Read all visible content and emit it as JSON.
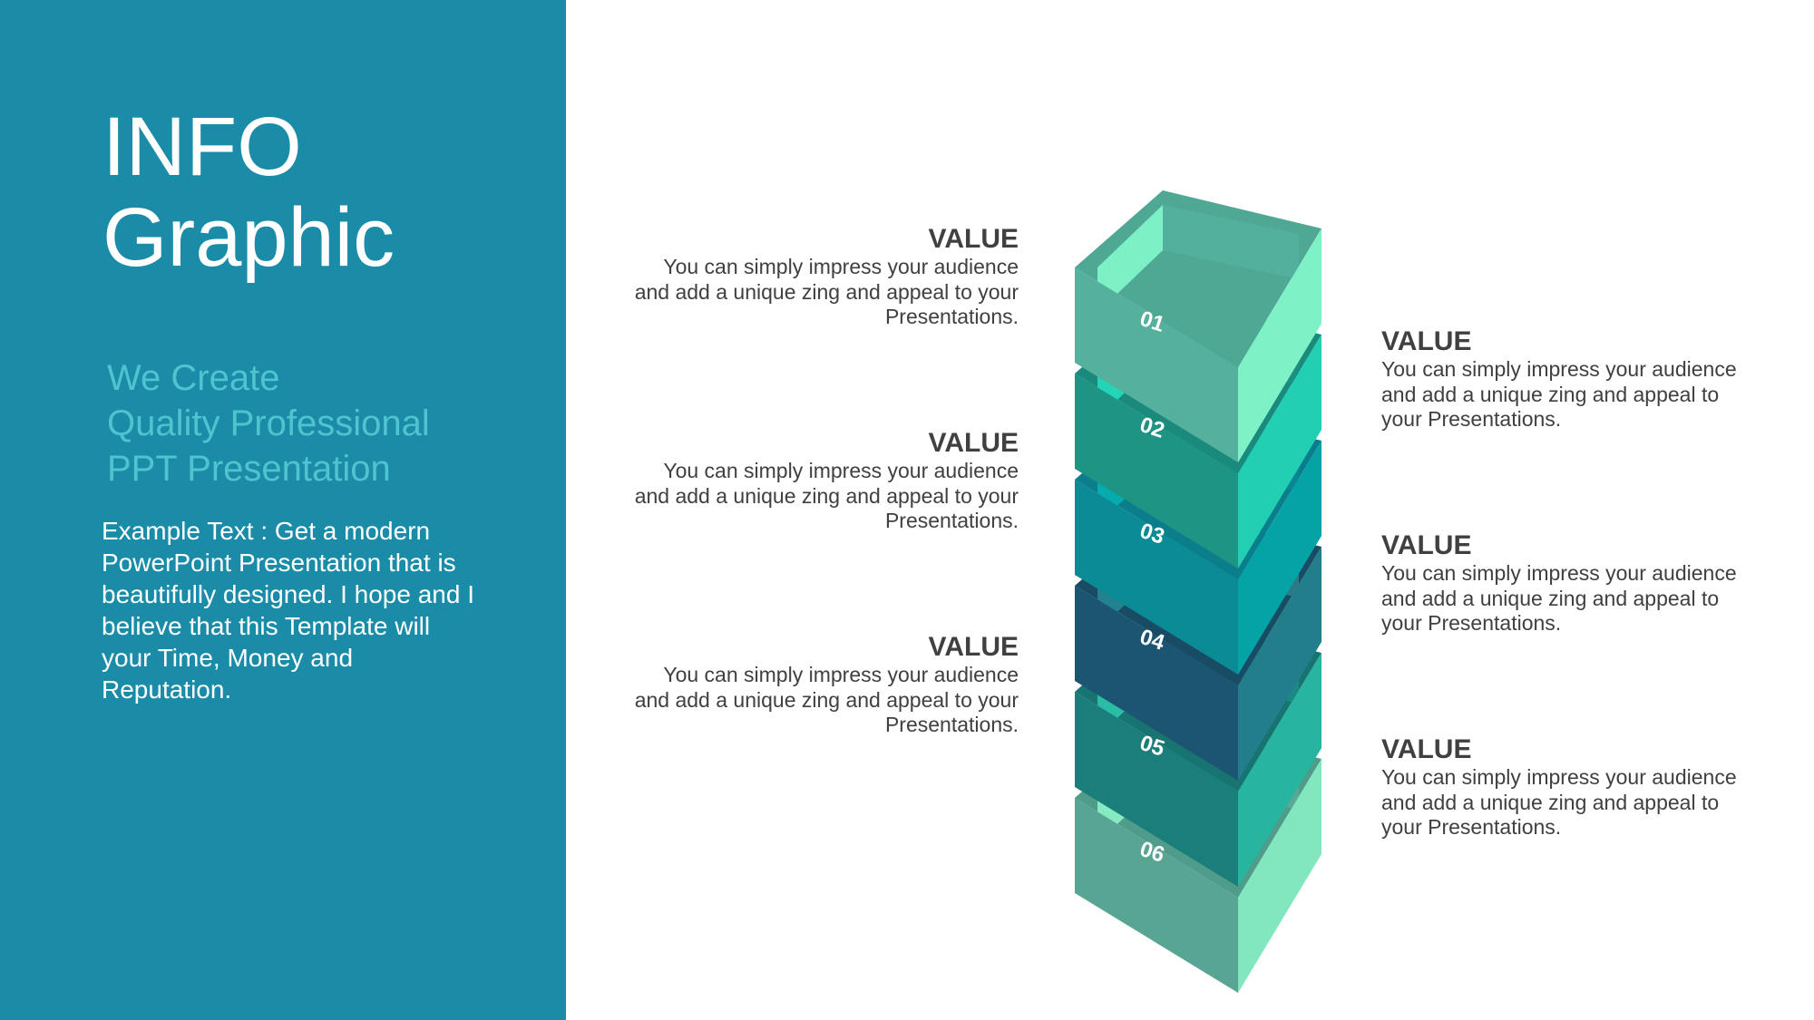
{
  "colors": {
    "panel": "#1A8CA8",
    "subtitle": "#4FC3CF",
    "text_dark": "#404040"
  },
  "left_panel": {
    "title_lines": [
      "INFO",
      "Graphic"
    ],
    "subtitle_lines": [
      "We Create",
      "Quality Professional",
      "PPT Presentation"
    ],
    "body": "Example Text : Get a modern PowerPoint  Presentation that is beautifully designed. I hope and I believe that this Template will your Time, Money and Reputation."
  },
  "callouts_left": [
    {
      "title": "VALUE",
      "lines": [
        "You can simply impress your audience",
        "and add a unique zing and appeal to your",
        "Presentations."
      ]
    },
    {
      "title": "VALUE",
      "lines": [
        "You can simply impress your audience",
        "and add a unique zing and appeal to your",
        "Presentations."
      ]
    },
    {
      "title": "VALUE",
      "lines": [
        "You can simply impress your audience",
        "and add a unique zing and appeal to your",
        "Presentations."
      ]
    }
  ],
  "callouts_right": [
    {
      "title": "VALUE",
      "lines": [
        "You can simply impress your audience",
        "and add a unique zing and appeal to",
        "your Presentations."
      ]
    },
    {
      "title": "VALUE",
      "lines": [
        "You can simply impress your audience",
        "and add a unique zing and appeal to",
        "your Presentations."
      ]
    },
    {
      "title": "VALUE",
      "lines": [
        "You can simply impress your audience",
        "and add a unique zing and appeal to",
        "your Presentations."
      ]
    }
  ],
  "tiers": [
    {
      "label": "01",
      "front": "#56B09E",
      "side": "#7EF2C6",
      "rim": "#4FA893",
      "inner_back": "#52B09C",
      "inner_left": "#7DF0C5"
    },
    {
      "label": "02",
      "front": "#1E9485",
      "side": "#22CFB3",
      "rim": "#1A8A7C",
      "inner_back": "#1B8F80",
      "inner_left": "#24D4B7"
    },
    {
      "label": "03",
      "front": "#0B8B96",
      "side": "#05A3A6",
      "rim": "#0A7F8B",
      "inner_back": "#0A8792",
      "inner_left": "#05ABAE"
    },
    {
      "label": "04",
      "front": "#1C5571",
      "side": "#227E8B",
      "rim": "#184B64",
      "inner_back": "#2A7A88",
      "inner_left": "#24828E"
    },
    {
      "label": "05",
      "front": "#1A7E7A",
      "side": "#28B59F",
      "rim": "#177470",
      "inner_back": "#1C8A84",
      "inner_left": "#2ABCA5"
    },
    {
      "label": "06",
      "front": "#58A594",
      "side": "#82E6BE",
      "rim": "#4F9C8A",
      "inner_back": "#5AA996",
      "inner_left": "#86EBC2"
    }
  ]
}
